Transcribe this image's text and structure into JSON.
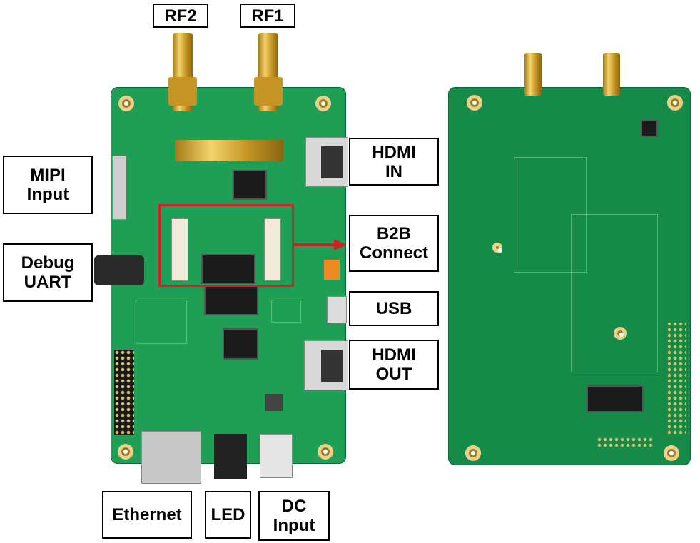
{
  "colors": {
    "pcb_green": "#1f9e56",
    "pcb_dark": "#168a48",
    "highlight_red": "#d21f1f",
    "gold": "#d9b24a"
  },
  "labels": {
    "rf2": "RF2",
    "rf1": "RF1",
    "hdmi_in": "HDMI\nIN",
    "mipi_input": "MIPI\nInput",
    "b2b_connect": "B2B\nConnect",
    "debug_uart": "Debug\nUART",
    "usb": "USB",
    "hdmi_out": "HDMI\nOUT",
    "ethernet": "Ethernet",
    "led": "LED",
    "dc_input": "DC\nInput"
  },
  "icons": {
    "arrow": "right-arrow-icon"
  }
}
